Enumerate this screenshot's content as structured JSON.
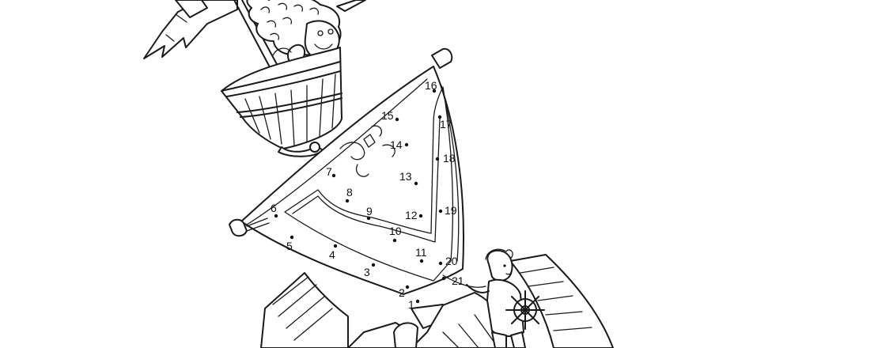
{
  "puzzle": {
    "kind": "connect-the-dots",
    "dot_labels": [
      "1",
      "2",
      "3",
      "4",
      "5",
      "6",
      "7",
      "8",
      "9",
      "10",
      "11",
      "12",
      "13",
      "14",
      "15",
      "16",
      "17",
      "18",
      "19",
      "20",
      "21"
    ]
  }
}
